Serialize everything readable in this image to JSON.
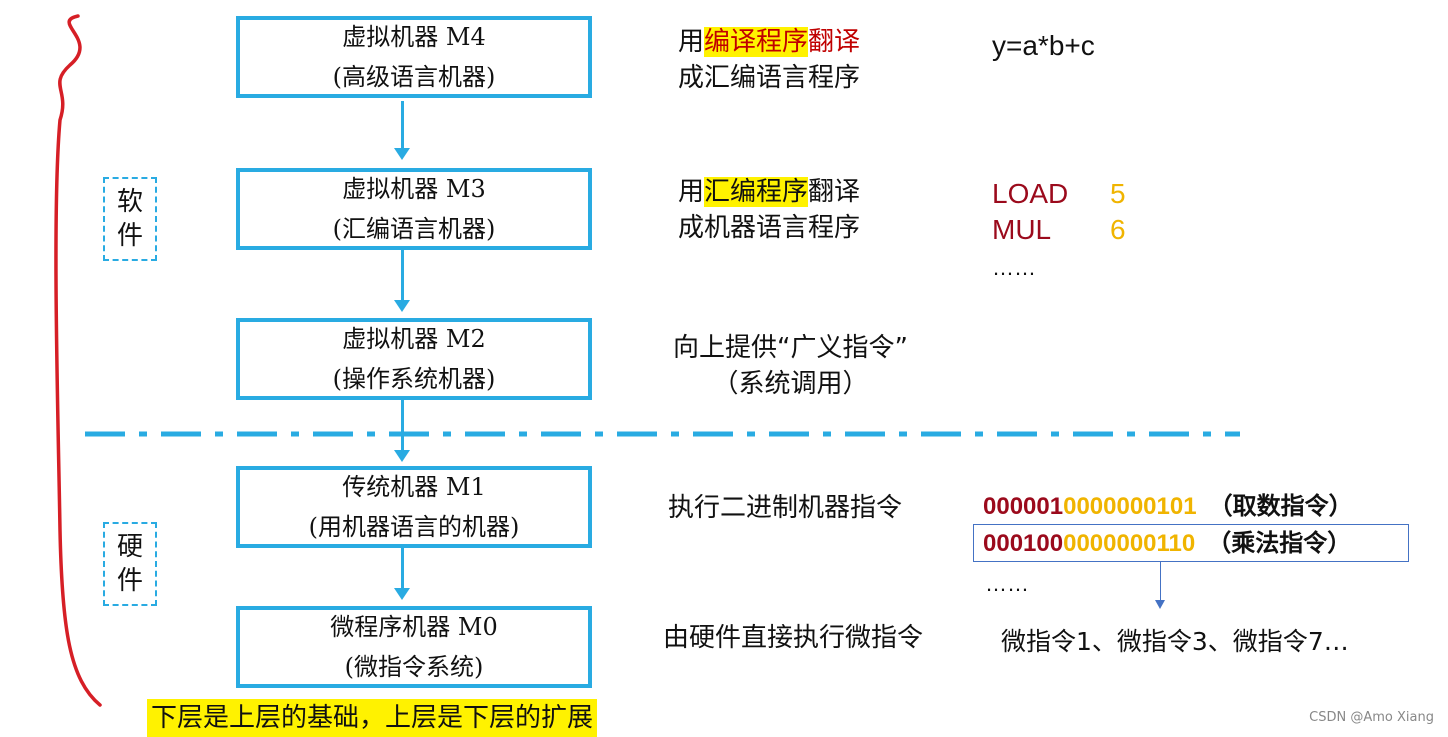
{
  "machines": [
    {
      "title": "虚拟机器 M4",
      "subtitle": "(高级语言机器)"
    },
    {
      "title": "虚拟机器 M3",
      "subtitle": "(汇编语言机器)"
    },
    {
      "title": "虚拟机器 M2",
      "subtitle": "(操作系统机器)"
    },
    {
      "title": "传统机器 M1",
      "subtitle": "(用机器语言的机器)"
    },
    {
      "title": "微程序机器 M0",
      "subtitle": "(微指令系统)"
    }
  ],
  "labels": {
    "software_1": "软",
    "software_2": "件",
    "hardware_1": "硬",
    "hardware_2": "件"
  },
  "descriptions": {
    "m4_pre": "用",
    "m4_hl": "编译程序",
    "m4_red": "翻译",
    "m4_line2": "成汇编语言程序",
    "m3_pre": "用",
    "m3_hl": "汇编程序",
    "m3_post": "翻译",
    "m3_line2": "成机器语言程序",
    "m2_line1": "向上提供“广义指令”",
    "m2_line2": "（系统调用）",
    "m1_line1": "执行二进制机器指令",
    "m0_line1": "由硬件直接执行微指令"
  },
  "examples": {
    "high_level": "y=a*b+c",
    "asm": [
      {
        "op": "LOAD",
        "arg": "5"
      },
      {
        "op": "MUL",
        "arg": "6"
      }
    ],
    "asm_more": "……",
    "binary": [
      {
        "opcode": "000001",
        "addr": "0000000101",
        "note": "（取数指令）"
      },
      {
        "opcode": "000100",
        "addr": "0000000110",
        "note": "（乘法指令）"
      }
    ],
    "binary_more": "……",
    "micro": "微指令1、微指令3、微指令7…"
  },
  "footer": "下层是上层的基础，上层是下层的扩展",
  "watermark": "CSDN @Amo Xiang",
  "colors": {
    "box_border": "#29abe2",
    "highlight": "#fff200",
    "red": "#c00000",
    "dark_red": "#9b0a1c",
    "gold": "#f0b400",
    "brace": "#d61f26"
  }
}
